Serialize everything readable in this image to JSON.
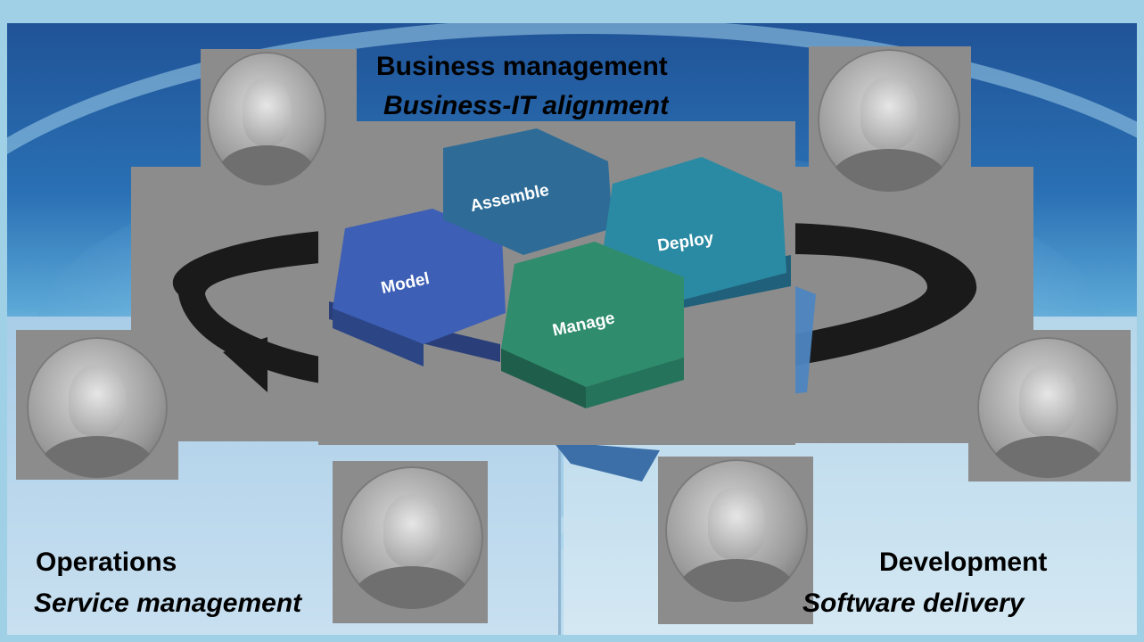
{
  "business": {
    "title": "Business management",
    "subtitle": "Business-IT alignment"
  },
  "operations": {
    "title": "Operations",
    "subtitle": "Service management"
  },
  "development": {
    "title": "Development",
    "subtitle": "Software delivery"
  },
  "lifecycle": {
    "steps": [
      "Model",
      "Assemble",
      "Deploy",
      "Manage"
    ],
    "colors": {
      "model": "#3a5db8",
      "assemble": "#2f6e9a",
      "deploy": "#2c8aa6",
      "manage": "#2e8a6e",
      "frame": "#8c8c8c"
    }
  },
  "people": [
    "woman-top-left",
    "man-top-right",
    "man-left",
    "woman-right",
    "man-bottom-center-left",
    "man-bottom-center-right"
  ],
  "colors": {
    "background_top": "#1f4f93",
    "background_bottom": "#bcdcee",
    "border": "#9fd0e6"
  }
}
